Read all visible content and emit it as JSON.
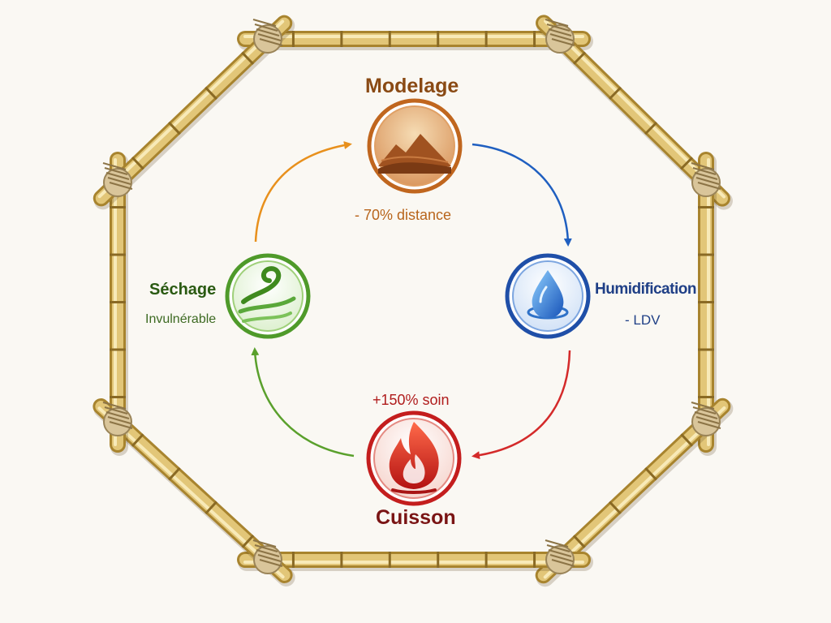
{
  "stages": {
    "modelage": {
      "title": "Modelage",
      "effect": "- 70% distance",
      "icon": "mountain-icon",
      "color": "#c0661e"
    },
    "humidification": {
      "title": "Humidification",
      "effect": "- LDV",
      "icon": "water-drop-icon",
      "color": "#1f5fc0"
    },
    "cuisson": {
      "title": "Cuisson",
      "effect": "+150% soin",
      "icon": "flame-icon",
      "color": "#c41e1e"
    },
    "sechage": {
      "title": "Séchage",
      "effect": "Invulnérable",
      "icon": "wind-icon",
      "color": "#4f9a2a"
    }
  },
  "frame": {
    "material": "bamboo",
    "color": "#d2b25a"
  }
}
